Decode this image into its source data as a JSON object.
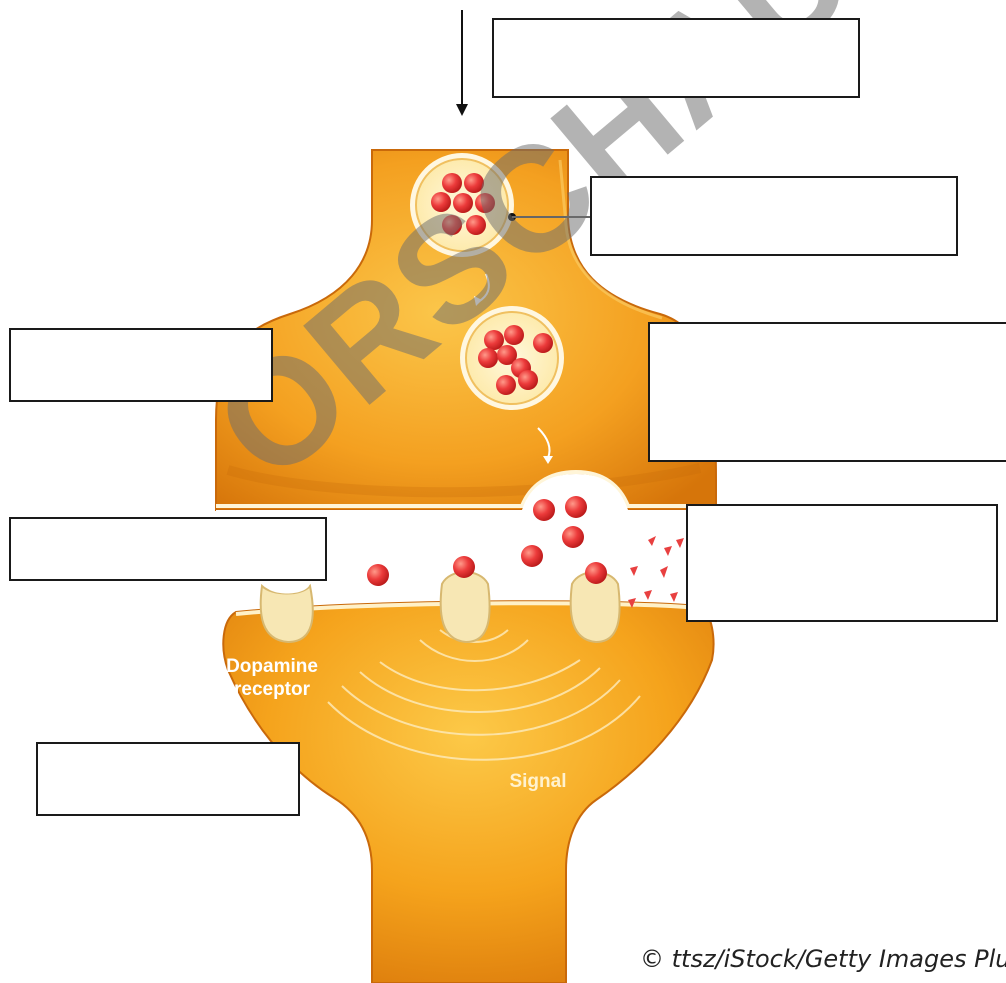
{
  "figure": {
    "labels": {
      "dopamine_receptor_line1": "Dopamine",
      "dopamine_receptor_line2": "receptor",
      "signal": "Signal"
    },
    "watermark": "ORSCHAU",
    "credit": "© ttsz/iStock/Getty Images Plu"
  },
  "answer_boxes": [
    {
      "id": "box-1",
      "text": ""
    },
    {
      "id": "box-2",
      "text": ""
    },
    {
      "id": "box-3",
      "text": ""
    },
    {
      "id": "box-4",
      "text": ""
    },
    {
      "id": "box-5",
      "text": ""
    },
    {
      "id": "box-6",
      "text": ""
    },
    {
      "id": "box-7",
      "text": ""
    }
  ],
  "colors": {
    "neuron_orange": "#f39a14",
    "neuron_light": "#fbbf3a",
    "vesicle_fill": "#fff3c8",
    "dopamine_red": "#e83a3a",
    "receptor_fill": "#f7e7b4",
    "synaptic_cleft": "#ffffff",
    "box_border": "#1a1a1a"
  }
}
